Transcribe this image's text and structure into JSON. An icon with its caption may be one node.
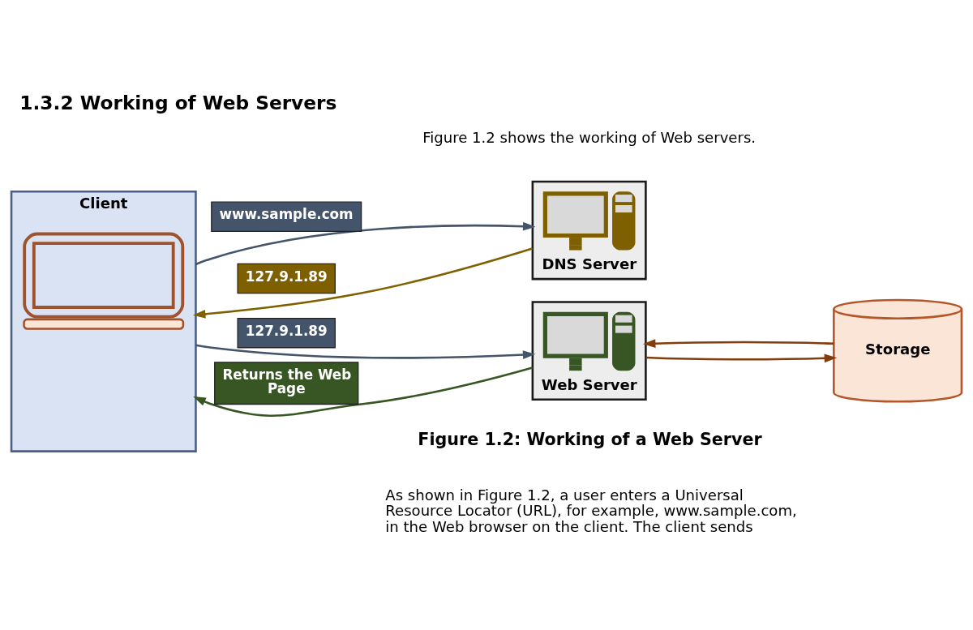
{
  "diagram": {
    "title": "1.3.2 Working of Web Servers",
    "caption": "Figure 1.2: Working of a Web Server",
    "nodes": [
      {
        "text": [
          "Client"
        ]
      },
      {
        "text": [
          "DNS Server"
        ]
      },
      {
        "text": [
          "Web Server"
        ]
      },
      {
        "text": [
          "Storage"
        ]
      }
    ],
    "edges": [
      {
        "from": 0,
        "to": 1,
        "arrow": "to",
        "label": "www.sample.com",
        "color": "#44546a"
      },
      {
        "from": 1,
        "to": 0,
        "arrow": "to",
        "label": "127.9.1.89",
        "color": "#7f6000"
      },
      {
        "from": 0,
        "to": 2,
        "arrow": "to",
        "label": "127.9.1.89",
        "color": "#44546a"
      },
      {
        "from": 2,
        "to": 0,
        "arrow": "to",
        "label": "Returns the Web Page",
        "color": "#375623"
      },
      {
        "from": 2,
        "to": 3,
        "arrow": "to",
        "color": "#843c0c"
      },
      {
        "from": 3,
        "to": 2,
        "arrow": "to",
        "color": "#843c0c"
      }
    ],
    "labels": [
      "Figure 1.2 shows the working of Web servers.",
      "As shown in Figure 1.2, a user enters a Universal Resource Locator (URL), for example, www.sample.com, in the Web browser on the client. The client sends"
    ]
  }
}
